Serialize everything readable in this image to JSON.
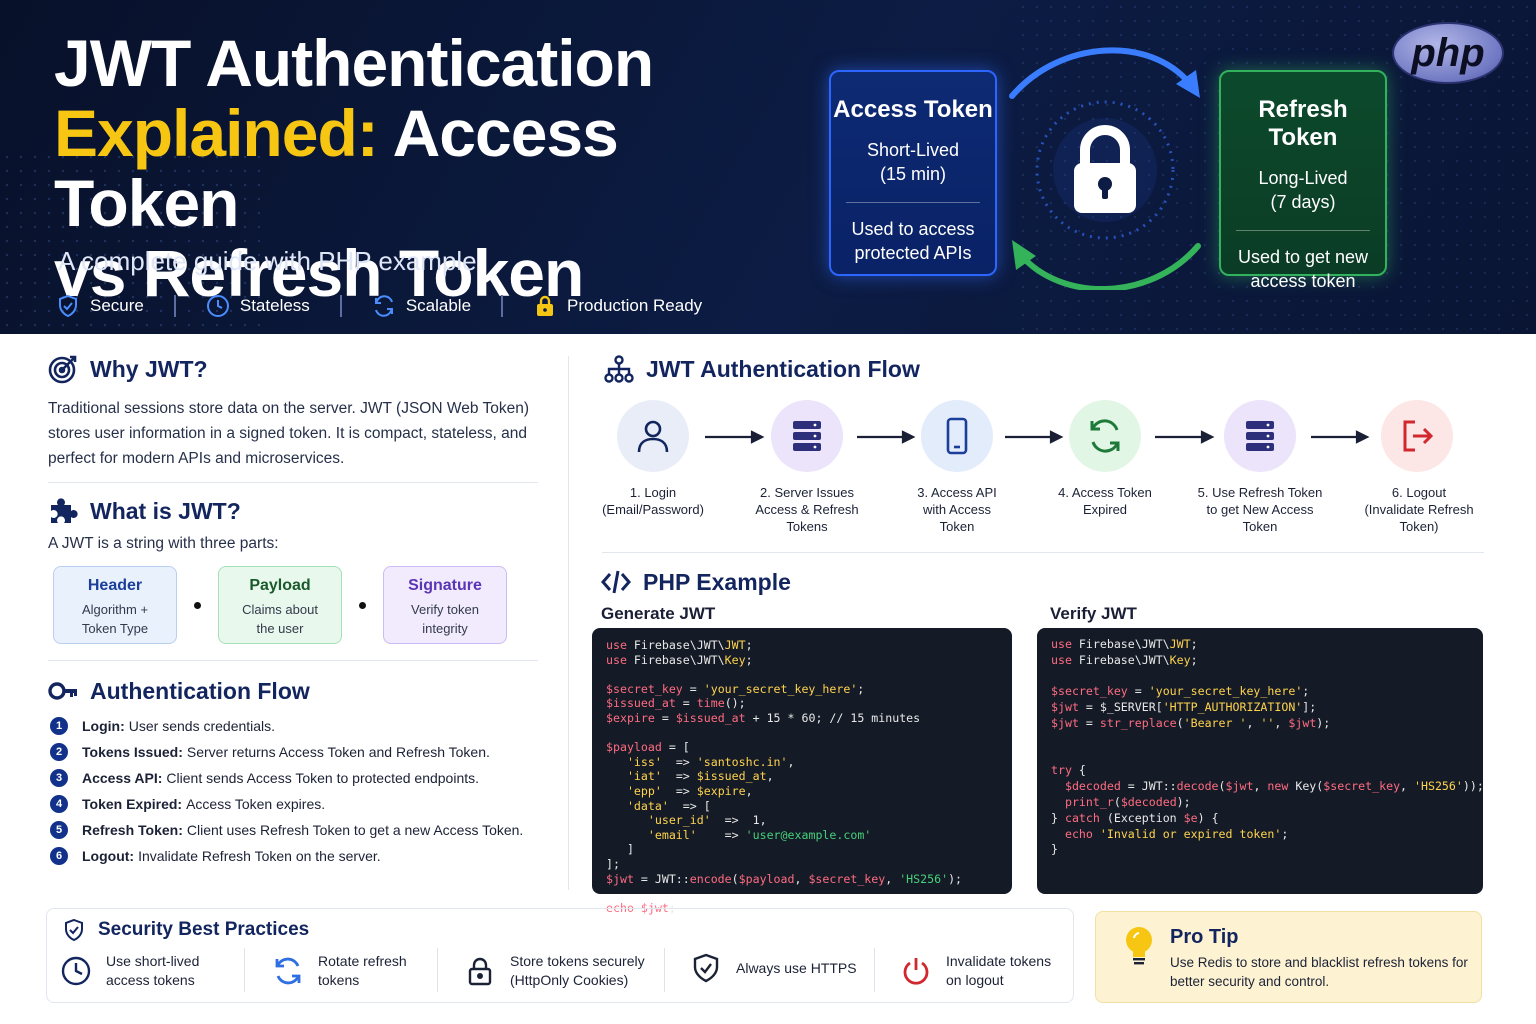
{
  "hero": {
    "title_line1": "JWT Authentication",
    "title_line2_highlight": "Explained:",
    "title_line2_rest": " Access Token",
    "title_line3": "vs Refresh Token",
    "subtitle": "A complete guide with PHP example",
    "features": [
      {
        "icon": "shield-check-icon",
        "label": "Secure"
      },
      {
        "icon": "clock-icon",
        "label": "Stateless"
      },
      {
        "icon": "refresh-icon",
        "label": "Scalable"
      },
      {
        "icon": "lock-icon",
        "label": "Production Ready"
      }
    ],
    "access_token": {
      "title": "Access Token",
      "life_1": "Short-Lived",
      "life_2": "(15 min)",
      "use_1": "Used to access",
      "use_2": "protected APIs"
    },
    "refresh_token": {
      "title": "Refresh Token",
      "life_1": "Long-Lived",
      "life_2": "(7 days)",
      "use_1": "Used to get new",
      "use_2": "access token"
    },
    "logo": "php"
  },
  "why": {
    "title": "Why JWT?",
    "text": "Traditional sessions store data on the server. JWT (JSON Web Token) stores user information in a signed token. It is compact, stateless, and perfect for modern APIs and microservices."
  },
  "what": {
    "title": "What is JWT?",
    "intro": "A JWT is a string with three parts:",
    "parts": [
      {
        "name": "Header",
        "d1": "Algorithm +",
        "d2": "Token Type",
        "bg": "#e9f1fd",
        "border": "#b9cff2",
        "color": "#1a3e9a"
      },
      {
        "name": "Payload",
        "d1": "Claims about",
        "d2": "the user",
        "bg": "#e8f8ec",
        "border": "#a6e0b6",
        "color": "#1a5a2c"
      },
      {
        "name": "Signature",
        "d1": "Verify token",
        "d2": "integrity",
        "bg": "#f1ebfd",
        "border": "#cdbcf3",
        "color": "#5a35b5"
      }
    ]
  },
  "auth_flow": {
    "title": "Authentication Flow",
    "steps": [
      {
        "n": "1",
        "bold": "Login:",
        "text": "User sends credentials."
      },
      {
        "n": "2",
        "bold": "Tokens Issued:",
        "text": "Server returns Access Token and Refresh Token."
      },
      {
        "n": "3",
        "bold": "Access API:",
        "text": "Client sends Access Token to protected endpoints."
      },
      {
        "n": "4",
        "bold": "Token Expired:",
        "text": "Access Token expires."
      },
      {
        "n": "5",
        "bold": "Refresh Token:",
        "text": "Client uses Refresh Token to get a new Access Token."
      },
      {
        "n": "6",
        "bold": "Logout:",
        "text": "Invalidate Refresh Token on the server."
      }
    ]
  },
  "jwt_flow": {
    "title": "JWT Authentication Flow",
    "steps": [
      {
        "l1": "1. Login",
        "l2": "(Email/Password)",
        "l3": "",
        "bg": "#e9edf7",
        "color": "#13255e"
      },
      {
        "l1": "2. Server Issues",
        "l2": "Access & Refresh",
        "l3": "Tokens",
        "bg": "#ece4fb",
        "color": "#2d2f7a"
      },
      {
        "l1": "3. Access API",
        "l2": "with Access",
        "l3": "Token",
        "bg": "#e2ecfb",
        "color": "#1a3e9a"
      },
      {
        "l1": "4. Access Token",
        "l2": "Expired",
        "l3": "",
        "bg": "#e2f6e6",
        "color": "#1f7a3a"
      },
      {
        "l1": "5. Use Refresh Token",
        "l2": "to get New Access",
        "l3": "Token",
        "bg": "#ece4fb",
        "color": "#2d2f7a"
      },
      {
        "l1": "6. Logout",
        "l2": "(Invalidate Refresh",
        "l3": "Token)",
        "bg": "#fce6e6",
        "color": "#d0282e"
      }
    ]
  },
  "php": {
    "title": "PHP Example",
    "gen_label": "Generate JWT",
    "ver_label": "Verify JWT",
    "gen_code": [
      [
        [
          "k",
          "use "
        ],
        [
          "v",
          "Firebase\\JWT\\"
        ],
        [
          "cl",
          "JWT"
        ],
        [
          "v",
          ";"
        ]
      ],
      [
        [
          "k",
          "use "
        ],
        [
          "v",
          "Firebase\\JWT\\"
        ],
        [
          "cl",
          "Key"
        ],
        [
          "v",
          ";"
        ]
      ],
      [],
      [
        [
          "k",
          "$secret_key"
        ],
        [
          "v",
          " = "
        ],
        [
          "cl",
          "'your_secret_key_here'"
        ],
        [
          "v",
          ";"
        ]
      ],
      [
        [
          "k",
          "$issued_at"
        ],
        [
          "v",
          " = "
        ],
        [
          "k",
          "time"
        ],
        [
          "v",
          "();"
        ]
      ],
      [
        [
          "k",
          "$expire"
        ],
        [
          "v",
          " = "
        ],
        [
          "k",
          "$issued_at"
        ],
        [
          "v",
          " + 15 * 60; // 15 minutes"
        ]
      ],
      [],
      [
        [
          "k",
          "$payload"
        ],
        [
          "v",
          " = ["
        ]
      ],
      [
        [
          "v",
          "   "
        ],
        [
          "cl",
          "'iss'"
        ],
        [
          "v",
          "  => "
        ],
        [
          "cl",
          "'santoshc.in'"
        ],
        [
          "v",
          ","
        ]
      ],
      [
        [
          "v",
          "   "
        ],
        [
          "cl",
          "'iat'"
        ],
        [
          "v",
          "  => "
        ],
        [
          "cl",
          "$issued_at"
        ],
        [
          "v",
          ","
        ]
      ],
      [
        [
          "v",
          "   "
        ],
        [
          "cl",
          "'epp'"
        ],
        [
          "v",
          "  => "
        ],
        [
          "cl",
          "$expire"
        ],
        [
          "v",
          ","
        ]
      ],
      [
        [
          "v",
          "   "
        ],
        [
          "cl",
          "'data'"
        ],
        [
          "v",
          "  => ["
        ]
      ],
      [
        [
          "v",
          "      "
        ],
        [
          "cl",
          "'user_id'"
        ],
        [
          "v",
          "  =>  1,"
        ]
      ],
      [
        [
          "v",
          "      "
        ],
        [
          "cl",
          "'email'"
        ],
        [
          "v",
          "    => "
        ],
        [
          "s",
          "'user@example.com'"
        ]
      ],
      [
        [
          "v",
          "   ]"
        ]
      ],
      [
        [
          "v",
          "];"
        ]
      ],
      [
        [
          "k",
          "$jwt"
        ],
        [
          "v",
          " = JWT::"
        ],
        [
          "k",
          "encode"
        ],
        [
          "v",
          "("
        ],
        [
          "k",
          "$payload"
        ],
        [
          "v",
          ", "
        ],
        [
          "k",
          "$secret_key"
        ],
        [
          "v",
          ", "
        ],
        [
          "s",
          "'HS256'"
        ],
        [
          "v",
          ");"
        ]
      ],
      [],
      [
        [
          "k",
          "echo "
        ],
        [
          "k",
          "$jwt"
        ],
        [
          "v",
          ";"
        ]
      ]
    ],
    "ver_code": [
      [
        [
          "k",
          "use "
        ],
        [
          "v",
          "Firebase\\JWT\\"
        ],
        [
          "cl",
          "JWT"
        ],
        [
          "v",
          ";"
        ]
      ],
      [
        [
          "k",
          "use "
        ],
        [
          "v",
          "Firebase\\JWT\\"
        ],
        [
          "cl",
          "Key"
        ],
        [
          "v",
          ";"
        ]
      ],
      [],
      [
        [
          "k",
          "$secret_key"
        ],
        [
          "v",
          " = "
        ],
        [
          "cl",
          "'your_secret_key_here'"
        ],
        [
          "v",
          ";"
        ]
      ],
      [
        [
          "k",
          "$jwt"
        ],
        [
          "v",
          " = $_SERVER["
        ],
        [
          "cl",
          "'HTTP_AUTHORIZATION'"
        ],
        [
          "v",
          "];"
        ]
      ],
      [
        [
          "k",
          "$jwt"
        ],
        [
          "v",
          " = "
        ],
        [
          "k",
          "str_replace"
        ],
        [
          "v",
          "("
        ],
        [
          "cl",
          "'Bearer '"
        ],
        [
          "v",
          ", "
        ],
        [
          "cl",
          "''"
        ],
        [
          "v",
          ", "
        ],
        [
          "k",
          "$jwt"
        ],
        [
          "v",
          ");"
        ]
      ],
      [],
      [],
      [
        [
          "k",
          "try"
        ],
        [
          "v",
          " {"
        ]
      ],
      [
        [
          "v",
          "  "
        ],
        [
          "k",
          "$decoded"
        ],
        [
          "v",
          " = JWT::"
        ],
        [
          "k",
          "decode"
        ],
        [
          "v",
          "("
        ],
        [
          "k",
          "$jwt"
        ],
        [
          "v",
          ", "
        ],
        [
          "k",
          "new "
        ],
        [
          "v",
          "Key("
        ],
        [
          "k",
          "$secret_key"
        ],
        [
          "v",
          ", "
        ],
        [
          "cl",
          "'HS256'"
        ],
        [
          "v",
          "));"
        ]
      ],
      [
        [
          "v",
          "  "
        ],
        [
          "k",
          "print_r"
        ],
        [
          "v",
          "("
        ],
        [
          "k",
          "$decoded"
        ],
        [
          "v",
          ");"
        ]
      ],
      [
        [
          "v",
          "} "
        ],
        [
          "k",
          "catch"
        ],
        [
          "v",
          " (Exception "
        ],
        [
          "k",
          "$e"
        ],
        [
          "v",
          ") {"
        ]
      ],
      [
        [
          "v",
          "  "
        ],
        [
          "k",
          "echo "
        ],
        [
          "cl",
          "'Invalid or expired token'"
        ],
        [
          "v",
          ";"
        ]
      ],
      [
        [
          "v",
          "}"
        ]
      ]
    ]
  },
  "best": {
    "title": "Security Best Practices",
    "items": [
      {
        "icon": "clock-icon",
        "l1": "Use short-lived",
        "l2": "access tokens",
        "color": "#13255e"
      },
      {
        "icon": "refresh-icon",
        "l1": "Rotate refresh",
        "l2": "tokens",
        "color": "#2f6fe0"
      },
      {
        "icon": "lock-icon",
        "l1": "Store tokens securely",
        "l2": "(HttpOnly Cookies)",
        "color": "#1c2236"
      },
      {
        "icon": "shield-check-icon",
        "l1": "Always use HTTPS",
        "l2": "",
        "color": "#1c2236"
      },
      {
        "icon": "power-icon",
        "l1": "Invalidate tokens",
        "l2": "on logout",
        "color": "#d0282e"
      }
    ]
  },
  "tip": {
    "title": "Pro Tip",
    "text": "Use Redis to store and blacklist refresh tokens for better security and control."
  }
}
